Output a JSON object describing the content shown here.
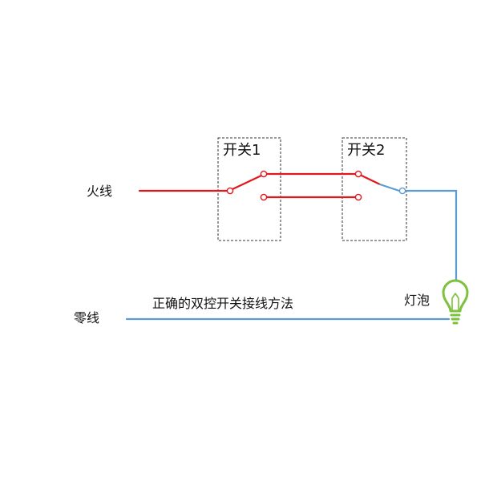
{
  "labels": {
    "live_wire": "火线",
    "neutral_wire": "零线",
    "switch1": "开关1",
    "switch2": "开关2",
    "caption": "正确的双控开关接线方法",
    "bulb": "灯泡"
  },
  "colors": {
    "live": "#e3161b",
    "neutral": "#5b9bd5",
    "bulb": "#7ec13d",
    "box_border": "#333333",
    "text": "#111111"
  },
  "icons": {
    "bulb": "light-bulb-icon"
  }
}
